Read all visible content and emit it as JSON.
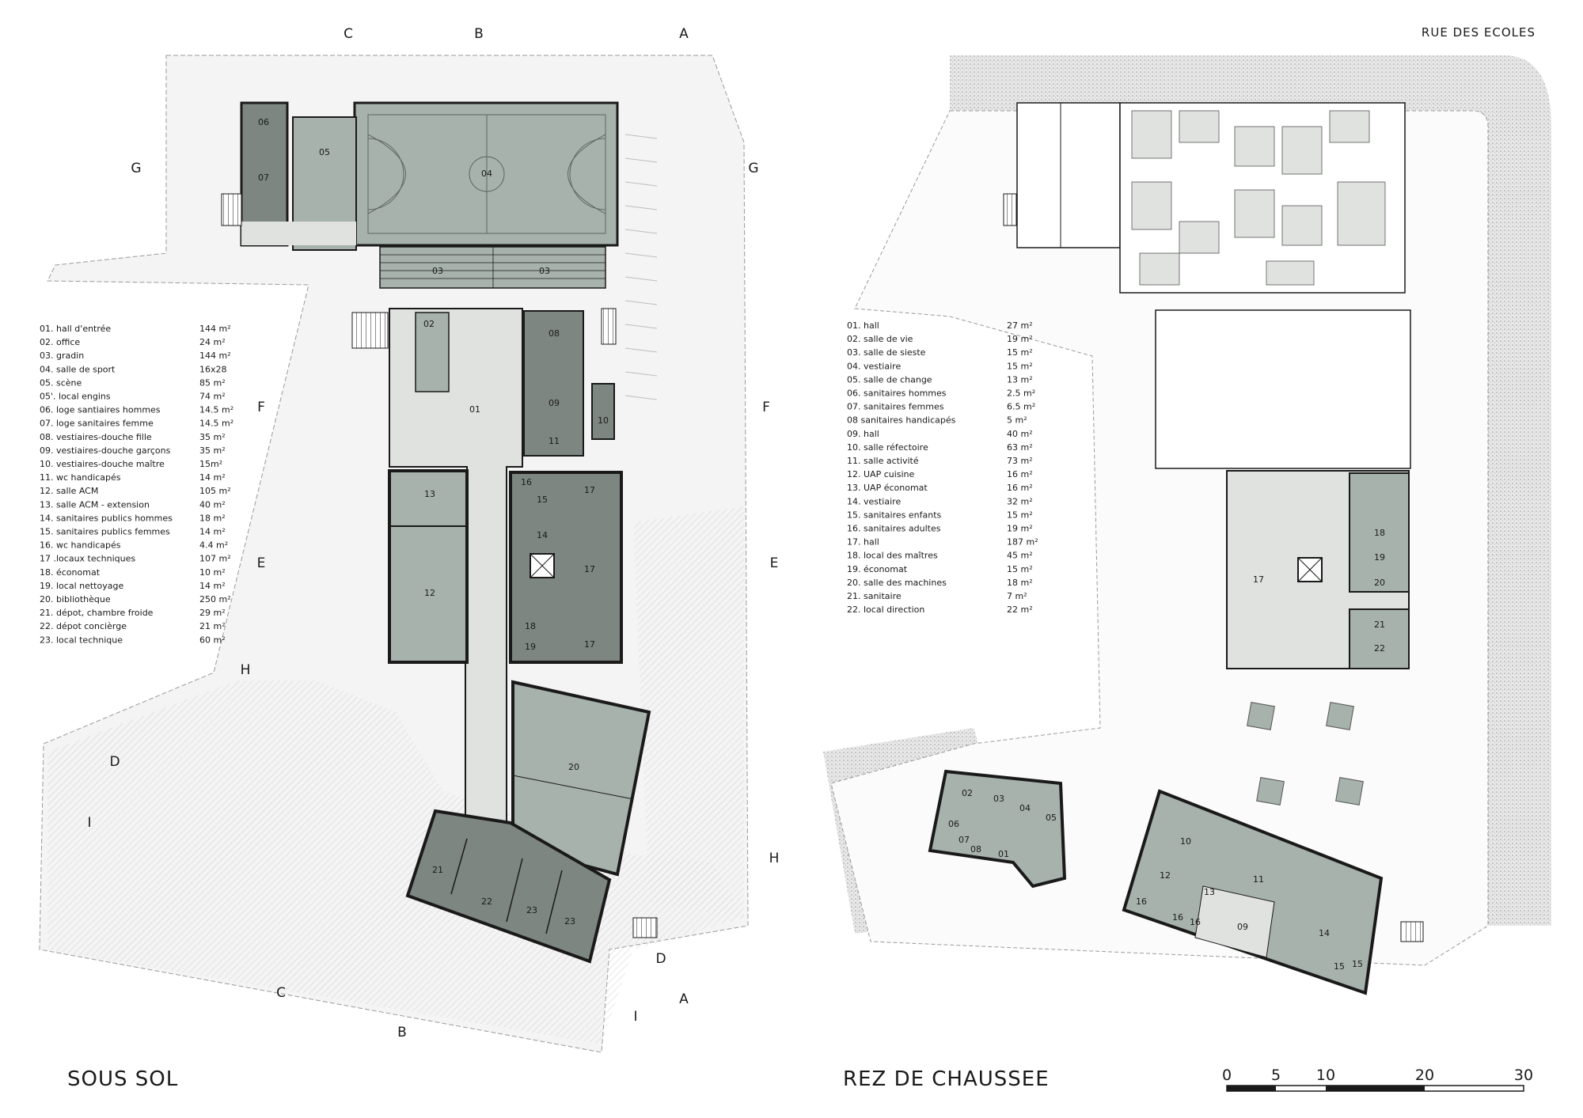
{
  "street_name": "RUE DES ECOLES",
  "colors": {
    "light": "#dfe2df",
    "medium": "#a7b2ac",
    "dark": "#7d8681",
    "wall": "#1a1a1a",
    "site": "#f2f2f2",
    "hatch": "#c9c9c9"
  },
  "plans": [
    {
      "id": "sous-sol",
      "title": "SOUS SOL",
      "rooms": [
        {
          "num": "06"
        },
        {
          "num": "07"
        },
        {
          "num": "05"
        },
        {
          "num": "04"
        },
        {
          "num": "03"
        },
        {
          "num": "03"
        },
        {
          "num": "02"
        },
        {
          "num": "08"
        },
        {
          "num": "01"
        },
        {
          "num": "09"
        },
        {
          "num": "10"
        },
        {
          "num": "11"
        },
        {
          "num": "13"
        },
        {
          "num": "16"
        },
        {
          "num": "15"
        },
        {
          "num": "17"
        },
        {
          "num": "14"
        },
        {
          "num": "12"
        },
        {
          "num": "17"
        },
        {
          "num": "18"
        },
        {
          "num": "19"
        },
        {
          "num": "17"
        },
        {
          "num": "20"
        },
        {
          "num": "21"
        },
        {
          "num": "22"
        },
        {
          "num": "23"
        },
        {
          "num": "23"
        }
      ],
      "legend": [
        {
          "item": "01. hall d'entrée",
          "area": "144 m²"
        },
        {
          "item": "02. office",
          "area": "24 m²"
        },
        {
          "item": "03. gradin",
          "area": "144 m²"
        },
        {
          "item": "04. salle de sport",
          "area": "16x28"
        },
        {
          "item": "05. scène",
          "area": "85 m²"
        },
        {
          "item": "05'. local engins",
          "area": "74 m²"
        },
        {
          "item": "06. loge santiaires hommes",
          "area": "14.5 m²"
        },
        {
          "item": "07. loge sanitaires femme",
          "area": "14.5 m²"
        },
        {
          "item": "08. vestiaires-douche fille",
          "area": "35 m²"
        },
        {
          "item": "09. vestiaires-douche garçons",
          "area": "35 m²"
        },
        {
          "item": "10. vestiaires-douche maître",
          "area": "15m²"
        },
        {
          "item": "11. wc handicapés",
          "area": "14 m²"
        },
        {
          "item": "12. salle ACM",
          "area": "105 m²"
        },
        {
          "item": "13. salle ACM - extension",
          "area": "40 m²"
        },
        {
          "item": "14. sanitaires publics hommes",
          "area": "18 m²"
        },
        {
          "item": "15. sanitaires publics femmes",
          "area": "14 m²"
        },
        {
          "item": "16. wc handicapés",
          "area": "4.4 m²"
        },
        {
          "item": "17 .locaux techniques",
          "area": "107 m²"
        },
        {
          "item": "18. économat",
          "area": "10 m²"
        },
        {
          "item": "19. local nettoyage",
          "area": "14 m²"
        },
        {
          "item": "20. bibliothèque",
          "area": "250 m²"
        },
        {
          "item": "21. dépot, chambre froide",
          "area": "29 m²"
        },
        {
          "item": "22. dépot concièrge",
          "area": "21 m²"
        },
        {
          "item": "23. local technique",
          "area": "60 m²"
        }
      ],
      "section_marks": [
        "C",
        "B",
        "A",
        "G",
        "G",
        "F",
        "F",
        "E",
        "E",
        "H",
        "H",
        "D",
        "D",
        "I",
        "I",
        "C",
        "B",
        "A"
      ]
    },
    {
      "id": "rez-de-chaussee",
      "title": "REZ DE CHAUSSEE",
      "rooms": [
        {
          "num": "18"
        },
        {
          "num": "19"
        },
        {
          "num": "20"
        },
        {
          "num": "17"
        },
        {
          "num": "21"
        },
        {
          "num": "22"
        },
        {
          "num": "02"
        },
        {
          "num": "03"
        },
        {
          "num": "04"
        },
        {
          "num": "05"
        },
        {
          "num": "06"
        },
        {
          "num": "07"
        },
        {
          "num": "08"
        },
        {
          "num": "01"
        },
        {
          "num": "10"
        },
        {
          "num": "12"
        },
        {
          "num": "13"
        },
        {
          "num": "11"
        },
        {
          "num": "16"
        },
        {
          "num": "16"
        },
        {
          "num": "16"
        },
        {
          "num": "09"
        },
        {
          "num": "14"
        },
        {
          "num": "15"
        },
        {
          "num": "15"
        }
      ],
      "legend": [
        {
          "item": "01. hall",
          "area": "27 m²"
        },
        {
          "item": "02. salle de vie",
          "area": "19 m²"
        },
        {
          "item": "03. salle de sieste",
          "area": "15 m²"
        },
        {
          "item": "04. vestiaire",
          "area": "15 m²"
        },
        {
          "item": "05. salle de change",
          "area": "13 m²"
        },
        {
          "item": "06. sanitaires hommes",
          "area": "2.5 m²"
        },
        {
          "item": "07. sanitaires femmes",
          "area": "6.5 m²"
        },
        {
          "item": "08 sanitaires handicapés",
          "area": "5 m²"
        },
        {
          "item": "09. hall",
          "area": "40 m²"
        },
        {
          "item": "10. salle réfectoire",
          "area": "63 m²"
        },
        {
          "item": "11. salle activité",
          "area": "73 m²"
        },
        {
          "item": "12. UAP cuisine",
          "area": "16 m²"
        },
        {
          "item": "13. UAP économat",
          "area": "16 m²"
        },
        {
          "item": "14. vestiaire",
          "area": "32 m²"
        },
        {
          "item": "15. sanitaires enfants",
          "area": "15 m²"
        },
        {
          "item": "16. sanitaires adultes",
          "area": "19 m²"
        },
        {
          "item": "17. hall",
          "area": "187 m²"
        },
        {
          "item": "18. local des maîtres",
          "area": "45 m²"
        },
        {
          "item": "19. économat",
          "area": "15 m²"
        },
        {
          "item": "20. salle des machines",
          "area": "18 m²"
        },
        {
          "item": "21. sanitaire",
          "area": "7 m²"
        },
        {
          "item": "22. local direction",
          "area": "22 m²"
        }
      ]
    }
  ],
  "scale_bar": {
    "labels": [
      "0",
      "5",
      "10",
      "20",
      "30"
    ]
  }
}
